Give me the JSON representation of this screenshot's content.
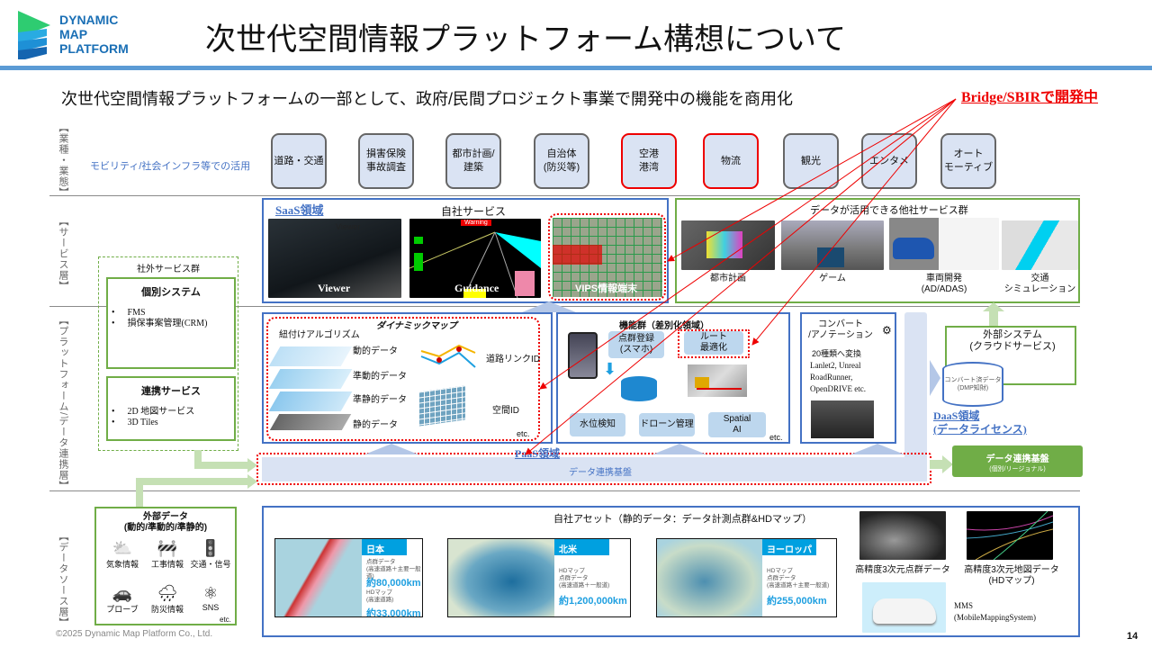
{
  "header": {
    "logo_text": [
      "DYNAMIC",
      "MAP",
      "PLATFORM"
    ],
    "title": "次世代空間情報プラットフォーム構想について",
    "subtitle": "次世代空間情報プラットフォームの一部として、政府/民間プロジェクト事業で開発中の機能を商用化",
    "bridge_label": "Bridge/SBIRで開発中"
  },
  "layers": {
    "industry": "【業種・業態】",
    "service": "【サービス層】",
    "platform": "【プラットフォーム/データ連携層】",
    "datasource": "【データソース層】"
  },
  "industry": {
    "caption": "モビリティ/社会インフラ等での活用",
    "tiles": [
      {
        "label": "道路・交通",
        "highlight": false
      },
      {
        "label": "損害保険\n事故調査",
        "highlight": false
      },
      {
        "label": "都市計画/\n建築",
        "highlight": false
      },
      {
        "label": "自治体\n(防災等)",
        "highlight": false
      },
      {
        "label": "空港\n港湾",
        "highlight": true
      },
      {
        "label": "物流",
        "highlight": true
      },
      {
        "label": "観光",
        "highlight": false
      },
      {
        "label": "エンタメ",
        "highlight": false
      },
      {
        "label": "オート\nモーティブ",
        "highlight": false
      }
    ]
  },
  "saas": {
    "area_label": "SaaS領域",
    "own_services": "自社サービス",
    "viewer": "Viewer",
    "viewer_top": "Viewer",
    "guidance": "Guidance",
    "warning": "Warning",
    "vips": "VIPS情報端末"
  },
  "partner_services": {
    "title": "データが活用できる他社サービス群",
    "items": [
      "都市計画",
      "ゲーム",
      "車両開発\n(AD/ADAS)",
      "交通\nシミュレーション"
    ]
  },
  "external_services": {
    "title": "社外サービス群",
    "individual": {
      "title": "個別システム",
      "items": [
        "FMS",
        "損保事案管理(CRM)"
      ]
    },
    "linked": {
      "title": "連携サービス",
      "items": [
        "2D 地図サービス",
        "3D Tiles"
      ]
    }
  },
  "dynamic_map": {
    "title": "ダイナミックマップ",
    "algo": "紐付けアルゴリズム",
    "layers": [
      "動的データ",
      "準動的データ",
      "準静的データ",
      "静的データ"
    ],
    "road_link": "道路リンクID",
    "space_id": "空間ID",
    "etc": "etc."
  },
  "functions": {
    "title": "機能群（差別化領域）",
    "items": [
      "点群登録\n(スマホ)",
      "ルート\n最適化",
      "水位検知",
      "ドローン管理",
      "Spatial\nAI"
    ],
    "etc": "etc."
  },
  "convert": {
    "title": "コンバート\n/アノテーション",
    "sub": "20種類へ変換",
    "formats": "Lanlet2, Unreal\nRoadRunner,\nOpenDRIVE etc."
  },
  "paas": {
    "area_label": "PaaS領域",
    "bar": "データ連携基盤"
  },
  "external_system": {
    "title": "外部システム\n(クラウドサービス)",
    "db": "コンバート済データ\n(DMP知財)"
  },
  "daas": {
    "label": "DaaS領域\n(データライセンス)",
    "platform": "データ連携基盤",
    "platform_sub": "(個別/リージョナル)"
  },
  "external_data": {
    "title": "外部データ\n(動的/準動的/準静的)",
    "items": [
      {
        "label": "気象情報",
        "icon": "weather-icon",
        "glyph": "⛅"
      },
      {
        "label": "工事情報",
        "icon": "construction-icon",
        "glyph": "🚧"
      },
      {
        "label": "交通・信号",
        "icon": "traffic-light-icon",
        "glyph": "🚦"
      },
      {
        "label": "プローブ",
        "icon": "car-icon",
        "glyph": "🚗"
      },
      {
        "label": "防災情報",
        "icon": "rain-cloud-icon",
        "glyph": "🌧"
      },
      {
        "label": "SNS",
        "icon": "network-icon",
        "glyph": "⚛"
      }
    ],
    "etc": "etc."
  },
  "own_assets": {
    "title": "自社アセット（静的データ：データ計測点群&HDマップ）",
    "regions": [
      {
        "name": "日本",
        "lines": [
          {
            "t": "点群データ\n(高速道路＋主要一般道)",
            "v": "約80,000km"
          },
          {
            "t": "HDマップ\n(高速道路)",
            "v": "約33,000km"
          }
        ]
      },
      {
        "name": "北米",
        "lines": [
          {
            "t": "HDマップ\n点群データ\n(高速道路＋一般道)",
            "v": "約1,200,000km"
          }
        ]
      },
      {
        "name": "ヨーロッパ",
        "lines": [
          {
            "t": "HDマップ\n点群データ\n(高速道路＋主要一般道)",
            "v": "約255,000km"
          }
        ]
      }
    ],
    "pointcloud": "高精度3次元点群データ",
    "hdmap": "高精度3次元地図データ\n(HDマップ)",
    "mms": "MMS\n(MobileMappingSystem)"
  },
  "footer": {
    "copyright": "©2025 Dynamic Map Platform Co., Ltd.",
    "page": "14"
  },
  "colors": {
    "accent_blue": "#4472c4",
    "header_bar": "#5b9bd5",
    "green": "#70ad47",
    "highlight_red": "#e00000",
    "tile_fill": "#dae3f3"
  }
}
